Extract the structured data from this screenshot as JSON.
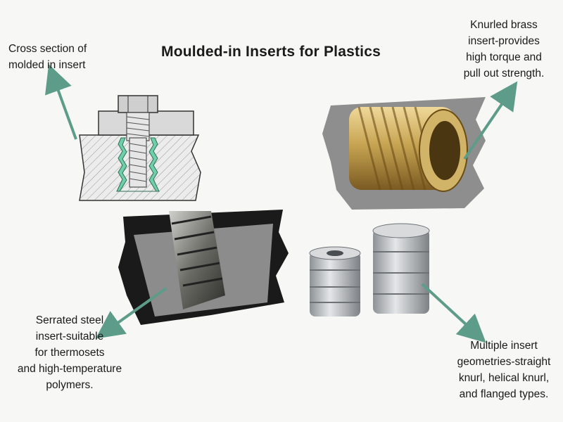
{
  "title": "Moulded-in Inserts for Plastics",
  "captions": {
    "cross_section": [
      "Cross section of",
      "molded in insert"
    ],
    "knurled_brass": [
      "Knurled brass",
      "insert-provides",
      "high torque and",
      "pull out strength."
    ],
    "serrated_steel": [
      "Serrated steel",
      "insert-suitable",
      "for thermosets",
      "and high-temperature",
      "polymers."
    ],
    "multiple_geometries": [
      "Multiple insert",
      "geometries-straight",
      "knurl, helical knurl,",
      "and flanged types."
    ]
  },
  "colors": {
    "arrow": "#5e9c8a",
    "insert_green": "#6fcfa8",
    "brass": "#c8a552",
    "steel": "#b9bcbf",
    "dark_swatch": "#1a1a1a",
    "gray_swatch": "#8c8c8c"
  }
}
